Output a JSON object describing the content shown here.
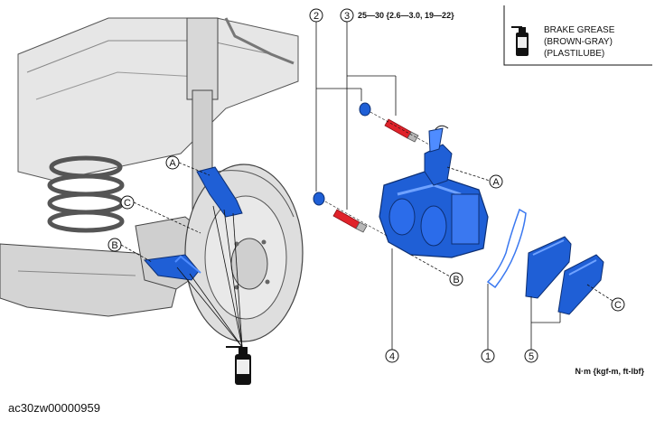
{
  "torque_spec": "25—30 {2.6—3.0, 19—22}",
  "units_label": "N·m {kgf-m, ft-lbf}",
  "legend": {
    "line1": "BRAKE GREASE",
    "line2": "(BROWN-GRAY)",
    "line3": "(PLASTILUBE)"
  },
  "callouts": {
    "n1": "1",
    "n2": "2",
    "n3": "3",
    "n4": "4",
    "n5": "5"
  },
  "letters": {
    "A": "A",
    "B": "B",
    "C": "C"
  },
  "figure_id": "ac30zw00000959",
  "colors": {
    "part_blue": "#1f5fd6",
    "part_blue_light": "#4f8cff",
    "bolt_red": "#e0222a",
    "suspension_gray": "#c9c9c9",
    "line": "#222222"
  }
}
